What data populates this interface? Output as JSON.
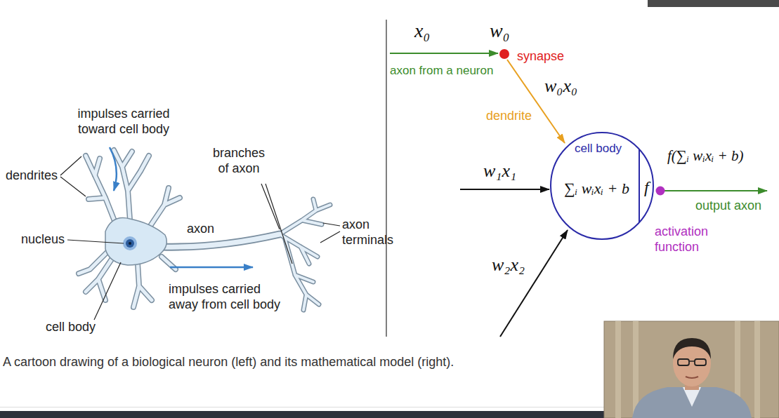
{
  "diagram": {
    "caption": "A cartoon drawing of a biological neuron (left) and its mathematical model (right).",
    "nodes": [
      {
        "text": [
          "cell body",
          "∑ᵢ wᵢxᵢ + b",
          "f"
        ]
      }
    ],
    "labels": [
      "impulses carried toward cell body",
      "dendrites",
      "branches of axon",
      "nucleus",
      "axon",
      "axon terminals",
      "impulses carried away from cell body",
      "cell body",
      "x₀",
      "w₀",
      "synapse",
      "axon from a neuron",
      "w₀x₀",
      "dendrite",
      "w₁x₁",
      "f(∑ᵢ wᵢxᵢ + b)",
      "output axon",
      "activation function",
      "w₂x₂"
    ]
  }
}
